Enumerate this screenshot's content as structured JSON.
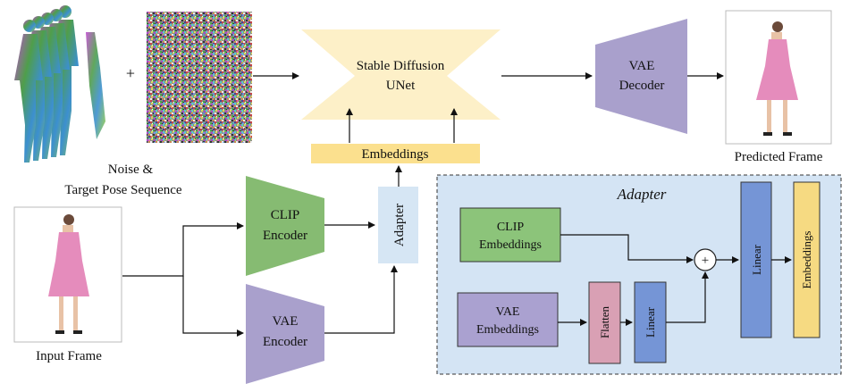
{
  "labels": {
    "noise_caption_line1": "Noise &",
    "noise_caption_line2": "Target Pose Sequence",
    "plus_sign": "+",
    "unet_line1": "Stable Diffusion",
    "unet_line2": "UNet",
    "embeddings_bar": "Embeddings",
    "vae_decoder_line1": "VAE",
    "vae_decoder_line2": "Decoder",
    "predicted_frame": "Predicted Frame",
    "input_frame": "Input Frame",
    "clip_encoder_line1": "CLIP",
    "clip_encoder_line2": "Encoder",
    "vae_encoder_line1": "VAE",
    "vae_encoder_line2": "Encoder",
    "adapter_small": "Adapter"
  },
  "adapter_detail": {
    "title": "Adapter",
    "clip_embeddings_line1": "CLIP",
    "clip_embeddings_line2": "Embeddings",
    "vae_embeddings_line1": "VAE",
    "vae_embeddings_line2": "Embeddings",
    "flatten": "Flatten",
    "linear_small": "Linear",
    "linear_big": "Linear",
    "embeddings_out": "Embeddings",
    "sum_symbol": "+"
  },
  "colors": {
    "unet": "#fdf0c8",
    "embeddings_bar": "#fbe08e",
    "vae": "#a9a0cc",
    "clip": "#86bb72",
    "adapter_small": "#d6e6f4",
    "adapter_panel": "#d4e4f4",
    "clip_emb_box": "#8cc47a",
    "vae_emb_box": "#aaa1d0",
    "flatten": "#d9a0b4",
    "linear": "#7595d6",
    "embeddings_out": "#f6da82",
    "dress": "#e58cbc"
  }
}
